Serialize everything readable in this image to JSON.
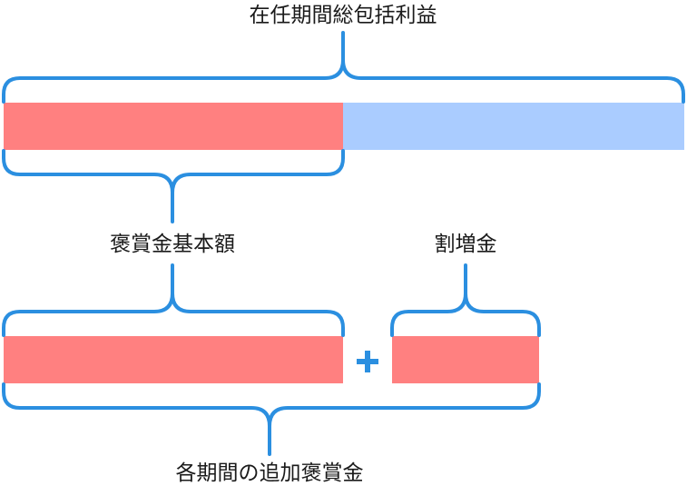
{
  "labels": {
    "top": "在任期間総包括利益",
    "base": "褒賞金基本額",
    "premium": "割増金",
    "bottom": "各期間の追加褒賞金"
  },
  "colors": {
    "red": "#ff8080",
    "blue": "#aaccff",
    "bracket": "#2b8fe0",
    "text": "#1a1a1a"
  }
}
